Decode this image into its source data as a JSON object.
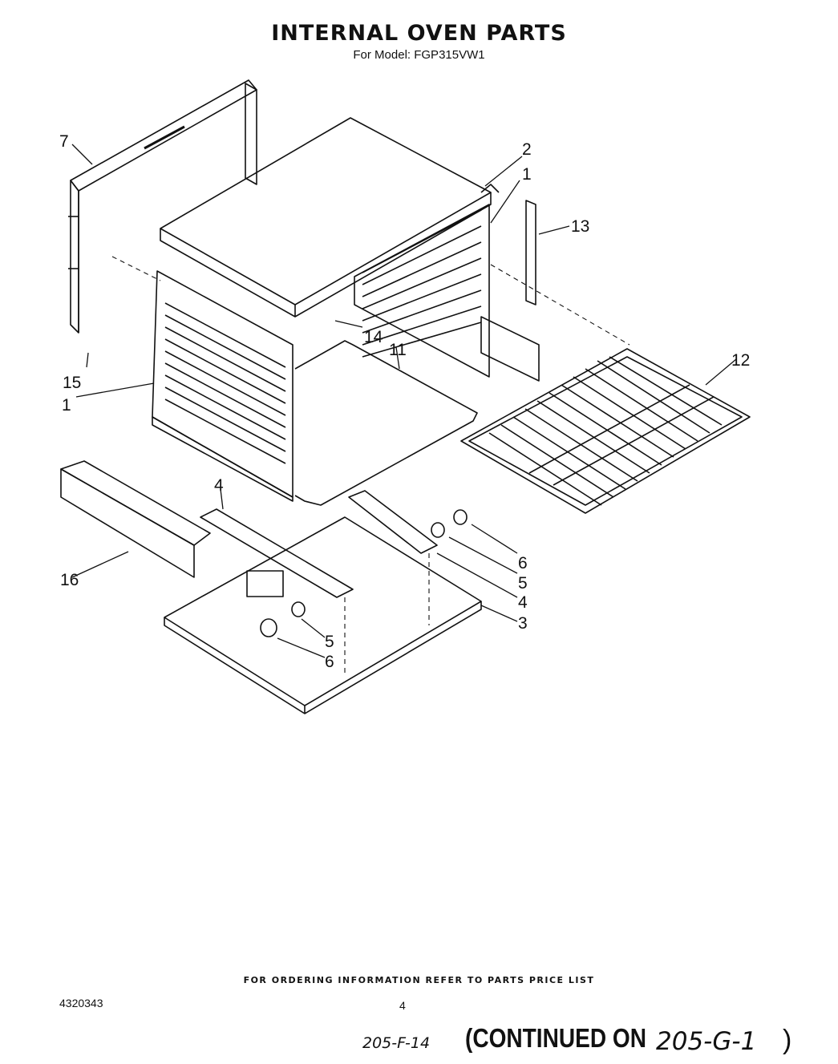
{
  "header": {
    "title": "INTERNAL OVEN PARTS",
    "subtitle": "For Model: FGP315VW1"
  },
  "callouts": {
    "c7": "7",
    "c2": "2",
    "c1_top": "1",
    "c13": "13",
    "c14": "14",
    "c11": "11",
    "c12": "12",
    "c15": "15",
    "c1_left": "1",
    "c4_top": "4",
    "c6_right": "6",
    "c5_right": "5",
    "c4_right": "4",
    "c3": "3",
    "c16": "16",
    "c5_low": "5",
    "c6_low": "6"
  },
  "footer": {
    "ordering_note": "FOR ORDERING INFORMATION REFER TO PARTS PRICE LIST",
    "doc_number": "4320343",
    "page_number": "4",
    "handwritten_left": "205-F-14",
    "continued_label": "(CONTINUED ON",
    "handwritten_right": "205-G-1",
    "closing_paren": ")"
  }
}
